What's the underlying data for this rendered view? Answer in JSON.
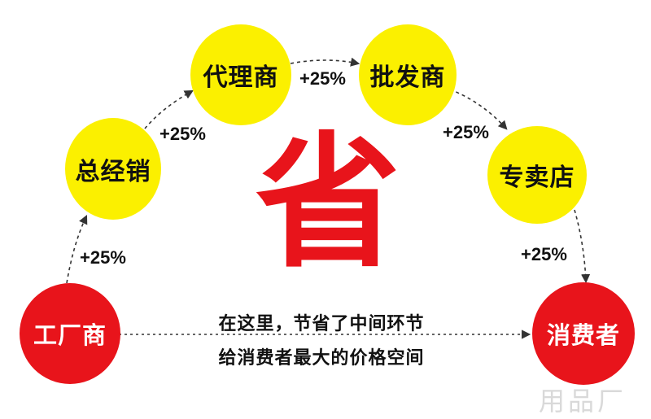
{
  "nodes": {
    "factory": "工厂商",
    "distributor": "总经销",
    "agent": "代理商",
    "wholesaler": "批发商",
    "store": "专卖店",
    "consumer": "消费者"
  },
  "markups": [
    "+25%",
    "+25%",
    "+25%",
    "+25%",
    "+25%"
  ],
  "center_char": "省",
  "tagline": {
    "line1": "在这里，节省了中间环节",
    "line2": "给消费者最大的价格空间"
  },
  "watermark": "用品厂",
  "colors": {
    "yellow_node": "#fbf000",
    "red_node": "#e8141b",
    "arrow": "#333333"
  }
}
